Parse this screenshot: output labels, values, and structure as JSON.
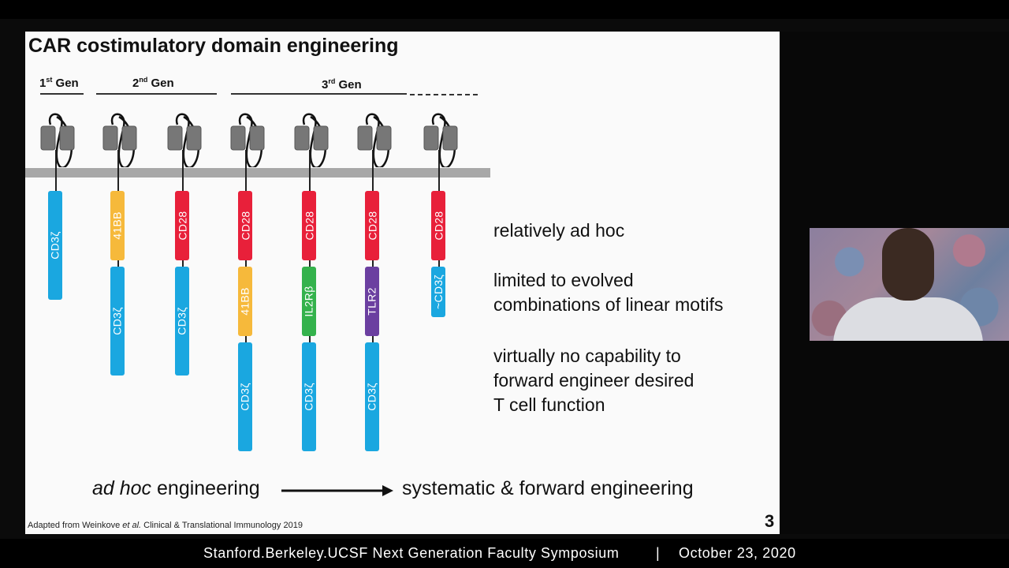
{
  "slide": {
    "title": "CAR costimulatory domain engineering",
    "generations": [
      {
        "label": "1",
        "sup": "st",
        "suffix": " Gen"
      },
      {
        "label": "2",
        "sup": "nd",
        "suffix": " Gen"
      },
      {
        "label": "3",
        "sup": "rd",
        "suffix": " Gen"
      }
    ],
    "cars": [
      {
        "domains": [
          {
            "label": "CD3ζ",
            "color": "#1aa7e0"
          }
        ]
      },
      {
        "domains": [
          {
            "label": "41BB",
            "color": "#f6b93b"
          },
          {
            "label": "CD3ζ",
            "color": "#1aa7e0"
          }
        ]
      },
      {
        "domains": [
          {
            "label": "CD28",
            "color": "#e8203a"
          },
          {
            "label": "CD3ζ",
            "color": "#1aa7e0"
          }
        ]
      },
      {
        "domains": [
          {
            "label": "CD28",
            "color": "#e8203a"
          },
          {
            "label": "41BB",
            "color": "#f6b93b"
          },
          {
            "label": "CD3ζ",
            "color": "#1aa7e0"
          }
        ]
      },
      {
        "domains": [
          {
            "label": "CD28",
            "color": "#e8203a"
          },
          {
            "label": "IL2Rβ",
            "color": "#34b24c"
          },
          {
            "label": "CD3ζ",
            "color": "#1aa7e0"
          }
        ]
      },
      {
        "domains": [
          {
            "label": "CD28",
            "color": "#e8203a"
          },
          {
            "label": "TLR2",
            "color": "#6b3fa0"
          },
          {
            "label": "CD3ζ",
            "color": "#1aa7e0"
          }
        ]
      },
      {
        "domains": [
          {
            "label": "CD28",
            "color": "#e8203a"
          },
          {
            "label": "~CD3ζ",
            "color": "#1aa7e0"
          }
        ]
      }
    ],
    "descriptions": [
      "relatively ad hoc",
      "limited to evolved\ncombinations of linear motifs",
      "virtually no capability to\nforward engineer desired\nT cell function"
    ],
    "bottom_left_italic": "ad hoc",
    "bottom_left_rest": " engineering",
    "bottom_right": "systematic & forward engineering",
    "citation_pre": "Adapted from Weinkove ",
    "citation_italic": "et al.",
    "citation_post": " Clinical & Translational Immunology 2019",
    "page_number": "3"
  },
  "footer": {
    "left": "Stanford.Berkeley.UCSF Next Generation Faculty Symposium",
    "separator": "|",
    "right": "October 23, 2020"
  },
  "colors": {
    "cd3z": "#1aa7e0",
    "cd28": "#e8203a",
    "41bb": "#f6b93b",
    "il2rb": "#34b24c",
    "tlr2": "#6b3fa0",
    "membrane": "#a8a8a8"
  }
}
